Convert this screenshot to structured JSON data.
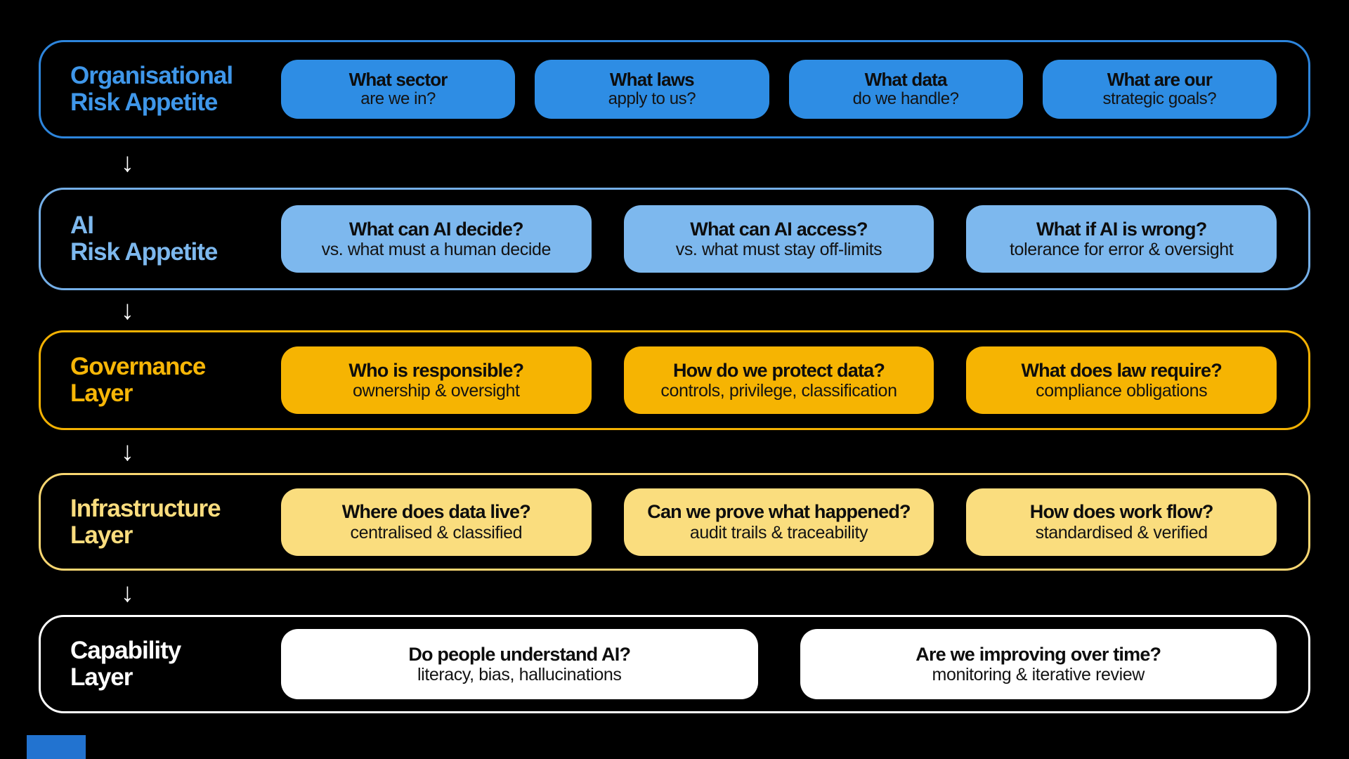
{
  "page": {
    "background_color": "#000000",
    "arrow_glyph": "↓",
    "accent_bar_color": "#2273d0"
  },
  "layers": [
    {
      "name": "Organisational Risk Appetite",
      "label_line1": "Organisational",
      "label_line2": "Risk Appetite",
      "label_color": "#3f97ea",
      "border_color": "#2d85dc",
      "card_color": "#2e8de4",
      "cards": [
        {
          "title": "What sector",
          "subtitle": "are we in?"
        },
        {
          "title": "What laws",
          "subtitle": "apply to us?"
        },
        {
          "title": "What data",
          "subtitle": "do we handle?"
        },
        {
          "title": "What are our",
          "subtitle": "strategic goals?"
        }
      ]
    },
    {
      "name": "AI Risk Appetite",
      "label_line1": "AI",
      "label_line2": "Risk Appetite",
      "label_color": "#7db8ee",
      "border_color": "#74afe8",
      "card_color": "#7db8ee",
      "cards": [
        {
          "title": "What can AI decide?",
          "subtitle": "vs. what must a human decide"
        },
        {
          "title": "What can AI access?",
          "subtitle": "vs. what must stay off-limits"
        },
        {
          "title": "What if AI is wrong?",
          "subtitle": "tolerance for error & oversight"
        }
      ]
    },
    {
      "name": "Governance Layer",
      "label_line1": "Governance",
      "label_line2": "Layer",
      "label_color": "#f7b607",
      "border_color": "#f3b102",
      "card_color": "#f6b402",
      "cards": [
        {
          "title": "Who is responsible?",
          "subtitle": "ownership & oversight"
        },
        {
          "title": "How do we protect data?",
          "subtitle": "controls, privilege, classification"
        },
        {
          "title": "What does law require?",
          "subtitle": "compliance obligations"
        }
      ]
    },
    {
      "name": "Infrastructure Layer",
      "label_line1": "Infrastructure",
      "label_line2": "Layer",
      "label_color": "#fadd7e",
      "border_color": "#f8d671",
      "card_color": "#fadd7e",
      "cards": [
        {
          "title": "Where does data live?",
          "subtitle": "centralised & classified"
        },
        {
          "title": "Can we prove what happened?",
          "subtitle": "audit trails & traceability"
        },
        {
          "title": "How does work flow?",
          "subtitle": "standardised & verified"
        }
      ]
    },
    {
      "name": "Capability Layer",
      "label_line1": "Capability",
      "label_line2": "Layer",
      "label_color": "#ffffff",
      "border_color": "#ffffff",
      "card_color": "#ffffff",
      "cards": [
        {
          "title": "Do people understand AI?",
          "subtitle": "literacy, bias, hallucinations"
        },
        {
          "title": "Are we improving over time?",
          "subtitle": "monitoring & iterative review"
        }
      ]
    }
  ]
}
